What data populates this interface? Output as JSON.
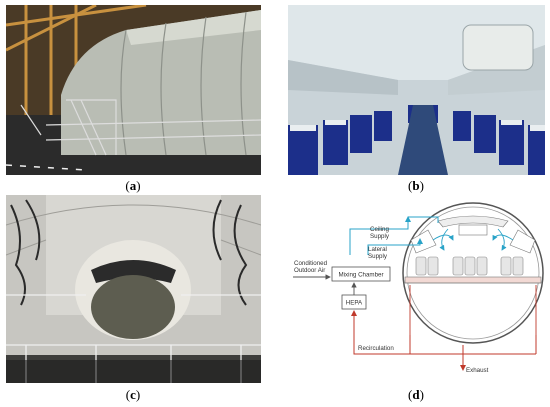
{
  "figure": {
    "panels": [
      {
        "id": "a",
        "caption": "a"
      },
      {
        "id": "b",
        "caption": "b"
      },
      {
        "id": "c",
        "caption": "c"
      },
      {
        "id": "d",
        "caption": "d"
      }
    ],
    "diagram": {
      "ceiling_supply": [
        "Ceiling",
        "Supply"
      ],
      "lateral_supply": [
        "Lateral",
        "Supply"
      ],
      "outdoor_air": [
        "Conditioned",
        "Outdoor Air"
      ],
      "mixing_chamber": "Mixing Chamber",
      "hepa": "HEPA",
      "recirculation": "Recirculation",
      "exhaust": "Exhaust",
      "colors": {
        "supply": "#29a3c8",
        "recirculation": "#c0392b",
        "box": "#555555"
      }
    }
  }
}
